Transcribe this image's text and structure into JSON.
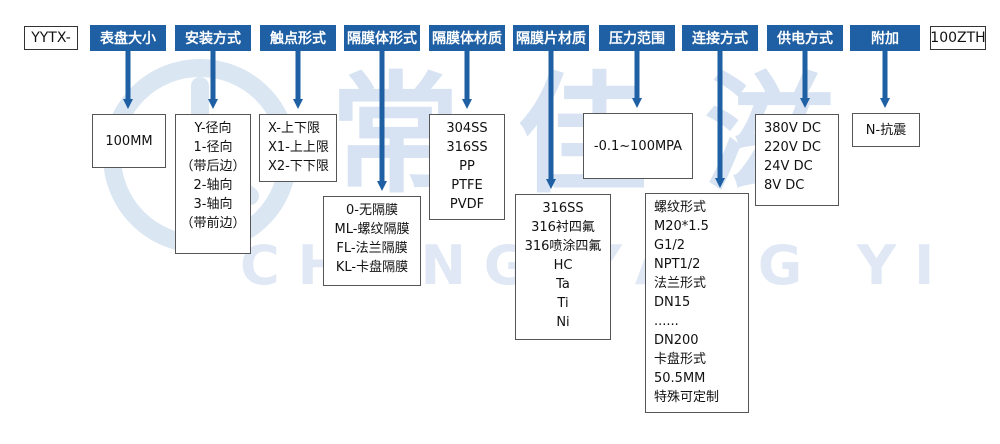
{
  "model_code": "YYTX-",
  "suffix": "100ZTH",
  "watermark": {
    "cn": "常 佳 滋",
    "en": "CHANG YANG YI"
  },
  "colors": {
    "header_bg": "#1f5fa3",
    "arrow": "#1f5fa3",
    "watermark": "#d7e3f2"
  },
  "columns": [
    {
      "header": "表盘大小",
      "options": [
        "100MM"
      ]
    },
    {
      "header": "安装方式",
      "options": [
        "Y-径向",
        "1-径向",
        "（带后边）",
        "2-轴向",
        "3-轴向",
        "（带前边）"
      ]
    },
    {
      "header": "触点形式",
      "options": [
        "X-上下限",
        "X1-上上限",
        "X2-下下限"
      ]
    },
    {
      "header": "隔膜体形式",
      "options": [
        "0-无隔膜",
        "ML-螺纹隔膜",
        "FL-法兰隔膜",
        "KL-卡盘隔膜"
      ]
    },
    {
      "header": "隔膜体材质",
      "options": [
        "304SS",
        "316SS",
        "PP",
        "PTFE",
        "PVDF"
      ]
    },
    {
      "header": "隔膜片材质",
      "options": [
        "316SS",
        "316衬四氟",
        "316喷涂四氟",
        "HC",
        "Ta",
        "Ti",
        "Ni"
      ]
    },
    {
      "header": "压力范围",
      "options": [
        "-0.1~100MPA"
      ]
    },
    {
      "header": "连接方式",
      "options": [
        "螺纹形式",
        "M20*1.5",
        "G1/2",
        "NPT1/2",
        "法兰形式",
        "DN15",
        "......",
        "DN200",
        "卡盘形式",
        "50.5MM",
        "特殊可定制"
      ]
    },
    {
      "header": "供电方式",
      "options": [
        "380V DC",
        "220V DC",
        "24V  DC",
        "8V  DC"
      ]
    },
    {
      "header": "附加",
      "options": [
        "N-抗震"
      ]
    }
  ]
}
